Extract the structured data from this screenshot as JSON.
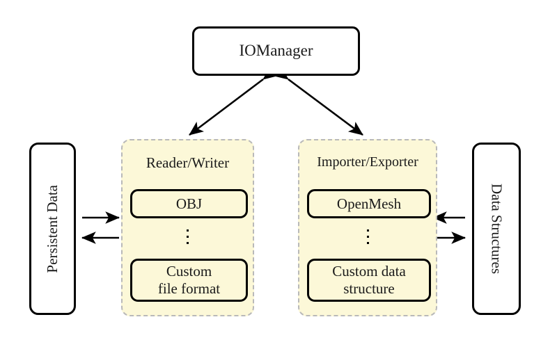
{
  "diagram": {
    "title_node": {
      "label": "IOManager"
    },
    "left_endpoint": {
      "label": "Persistent Data"
    },
    "right_endpoint": {
      "label": "Data Structures"
    },
    "groups": [
      {
        "title": "Reader/Writer",
        "items": [
          {
            "label": "OBJ"
          },
          {
            "label": "Custom\nfile format"
          }
        ],
        "ellipsis": "vertical-ellipsis"
      },
      {
        "title": "Importer/Exporter",
        "items": [
          {
            "label": "OpenMesh"
          },
          {
            "label": "Custom data\nstructure"
          }
        ],
        "ellipsis": "vertical-ellipsis"
      }
    ],
    "group_labels": {
      "reader_writer": "Reader/Writer",
      "importer_exporter": "Importer/Exporter"
    },
    "boxes": {
      "obj": "OBJ",
      "custom_file_line1": "Custom",
      "custom_file_line2": "file format",
      "openmesh": "OpenMesh",
      "custom_struct_line1": "Custom data",
      "custom_struct_line2": "structure"
    },
    "connectors": [
      {
        "name": "iomanager-to-readerwriter",
        "kind": "double-headed-arrow"
      },
      {
        "name": "iomanager-to-importerexporter",
        "kind": "double-headed-arrow"
      },
      {
        "name": "persistentdata-to-readerwriter",
        "kind": "arrow-right"
      },
      {
        "name": "readerwriter-to-persistentdata",
        "kind": "arrow-left"
      },
      {
        "name": "importerexporter-to-datastructures",
        "kind": "arrow-left"
      },
      {
        "name": "datastructures-to-importerexporter",
        "kind": "arrow-right"
      }
    ],
    "colors": {
      "panel_fill": "#fcf8d8",
      "panel_border": "#b9b9b9",
      "box_border": "#000000",
      "background": "#ffffff",
      "text": "#1a1a1a"
    }
  }
}
